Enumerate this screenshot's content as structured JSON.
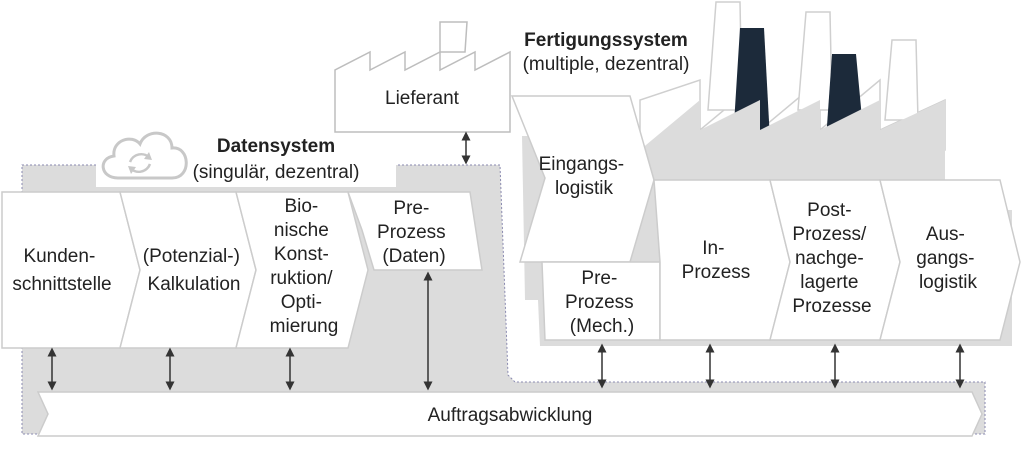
{
  "fertigung": {
    "title": "Fertigungssystem",
    "subtitle": "(multiple, dezentral)",
    "lieferant": "Lieferant",
    "eingangs": [
      "Eingangs-",
      "logistik"
    ],
    "pre_mech": [
      "Pre-",
      "Prozess",
      "(Mech.)"
    ],
    "in": [
      "In-",
      "Prozess"
    ],
    "post": [
      "Post-",
      "Prozess/",
      "nachge-",
      "lagerte",
      "Prozesse"
    ],
    "ausgang": [
      "Aus-",
      "gangs-",
      "logistik"
    ]
  },
  "daten": {
    "title": "Datensystem",
    "subtitle": "(singulär, dezentral)",
    "cloud_icon": "cloud-sync-icon",
    "kunden": [
      "Kunden-",
      "schnittstelle"
    ],
    "kalkulation": [
      "(Potenzial-)",
      "Kalkulation"
    ],
    "bionik": [
      "Bio-",
      "nische",
      "Konst-",
      "ruktion/",
      "Opti-",
      "mierung"
    ],
    "pre_daten": [
      "Pre-",
      "Prozess",
      "(Daten)"
    ]
  },
  "auftrag": {
    "label": "Auftragsabwicklung"
  },
  "colors": {
    "gray_area": "#dcdcdc",
    "box_fill": "#ffffff",
    "stroke": "#c8c8c8",
    "chimney_dark": "#1c2a3a",
    "text": "#222222",
    "arrow": "#333333"
  }
}
